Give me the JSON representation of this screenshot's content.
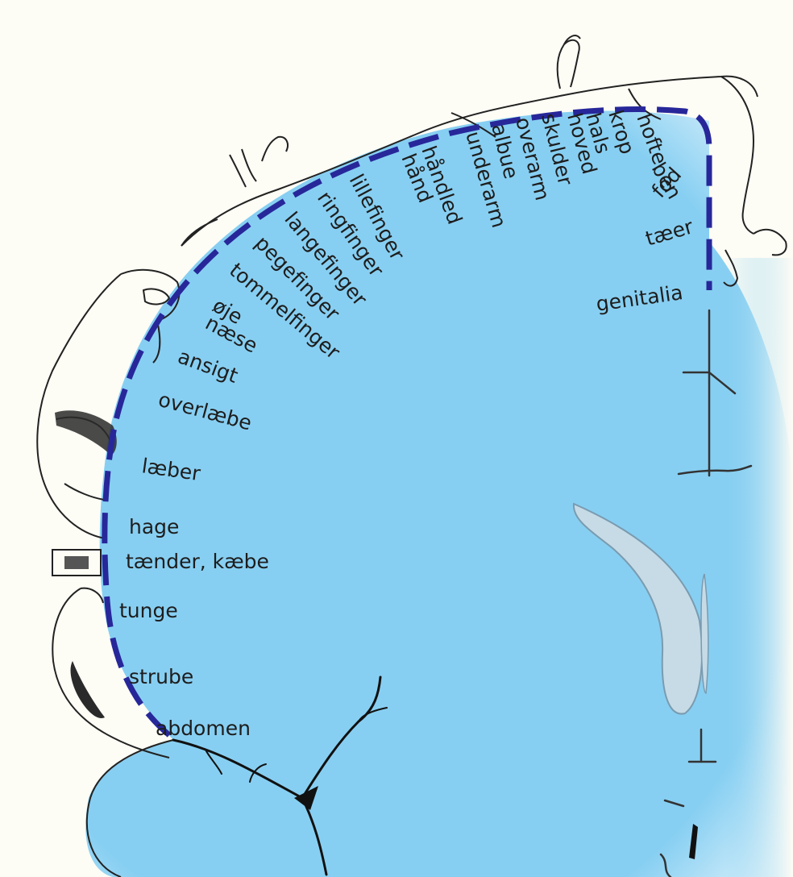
{
  "diagram": {
    "labels": {
      "genitalia": "genitalia",
      "taer": "tæer",
      "fod": "fod",
      "ben": "ben",
      "hofte": "hofte",
      "krop": "krop",
      "hals": "hals",
      "hoved": "hoved",
      "skulder": "skulder",
      "overarm": "overarm",
      "albue": "albue",
      "underarm": "underarm",
      "handled": "håndled",
      "hand": "hånd",
      "lillefinger": "lillefinger",
      "ringfinger": "ringfinger",
      "langefinger": "langefinger",
      "pegefinger": "pegefinger",
      "tommelfinger": "tommelfinger",
      "oje": "øje",
      "naese": "næse",
      "ansigt": "ansigt",
      "overlaebe": "overlæbe",
      "laeber": "læber",
      "hage": "hage",
      "taender_kaebe": "tænder, kæbe",
      "tunge": "tunge",
      "strube": "strube",
      "abdomen": "abdomen"
    },
    "colors": {
      "cortex_fill": "#87cff2",
      "cortex_edge": "#ffffff",
      "dashed_line": "#27279a",
      "outline": "#222222",
      "label_text": "#1d1d1d",
      "ventricle": "#c6dbe6",
      "background": "#fdfcf5"
    }
  }
}
